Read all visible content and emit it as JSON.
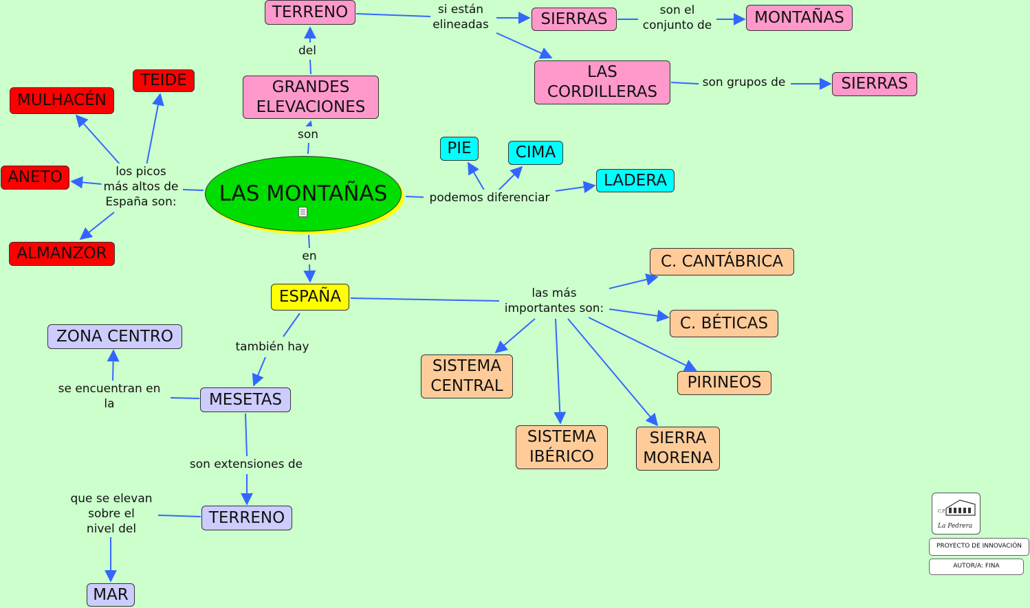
{
  "central": {
    "title": "LAS MONTAÑAS",
    "icon": "document-icon"
  },
  "nodes": {
    "terreno_top": "TERRENO",
    "sierras1": "SIERRAS",
    "montanas": "MONTAÑAS",
    "cordilleras": "LAS\nCORDILLERAS",
    "sierras2": "SIERRAS",
    "grandes": "GRANDES\nELEVACIONES",
    "teide": "TEIDE",
    "mulhacen": "MULHACÉN",
    "aneto": "ANETO",
    "almanzor": "ALMANZOR",
    "pie": "PIE",
    "cima": "CIMA",
    "ladera": "LADERA",
    "espana": "ESPAÑA",
    "cantabrica": "C. CANTÁBRICA",
    "beticas": "C. BÉTICAS",
    "pirineos": "PIRINEOS",
    "sistema_central": "SISTEMA\nCENTRAL",
    "sistema_iberico": "SISTEMA\nIBÉRICO",
    "sierra_morena": "SIERRA\nMORENA",
    "zona_centro": "ZONA CENTRO",
    "mesetas": "MESETAS",
    "terreno_bottom": "TERRENO",
    "mar": "MAR"
  },
  "labels": {
    "si_estan": "si están\nelineadas",
    "son_el": "son el\nconjunto de",
    "son_grupos": "son grupos de",
    "del": "del",
    "son": "son",
    "picos": "los picos\nmás altos de\nEspaña son:",
    "podemos": "podemos diferenciar",
    "en": "en",
    "importantes": "las más\nimportantes son:",
    "tambien": "también hay",
    "se_encuentran": "se encuentran en\nla",
    "extensiones": "son extensiones de",
    "se_elevan": "que se elevan\nsobre el\nnivel del"
  },
  "footer": {
    "logo_icon": "school-logo-icon",
    "logo_text": "La Pedrera",
    "proyecto": "PROYECTO DE INNOVACIÓN",
    "autor": "AUTOR/A: FINA"
  },
  "colors": {
    "background": "#ccffcc",
    "arrow": "#3366ff",
    "central": "#00dd00",
    "pink": "#ff99cc",
    "red": "#ff0000",
    "cyan": "#00ffff",
    "yellow": "#ffff00",
    "orange": "#ffcc99",
    "lavender": "#ccccff"
  }
}
